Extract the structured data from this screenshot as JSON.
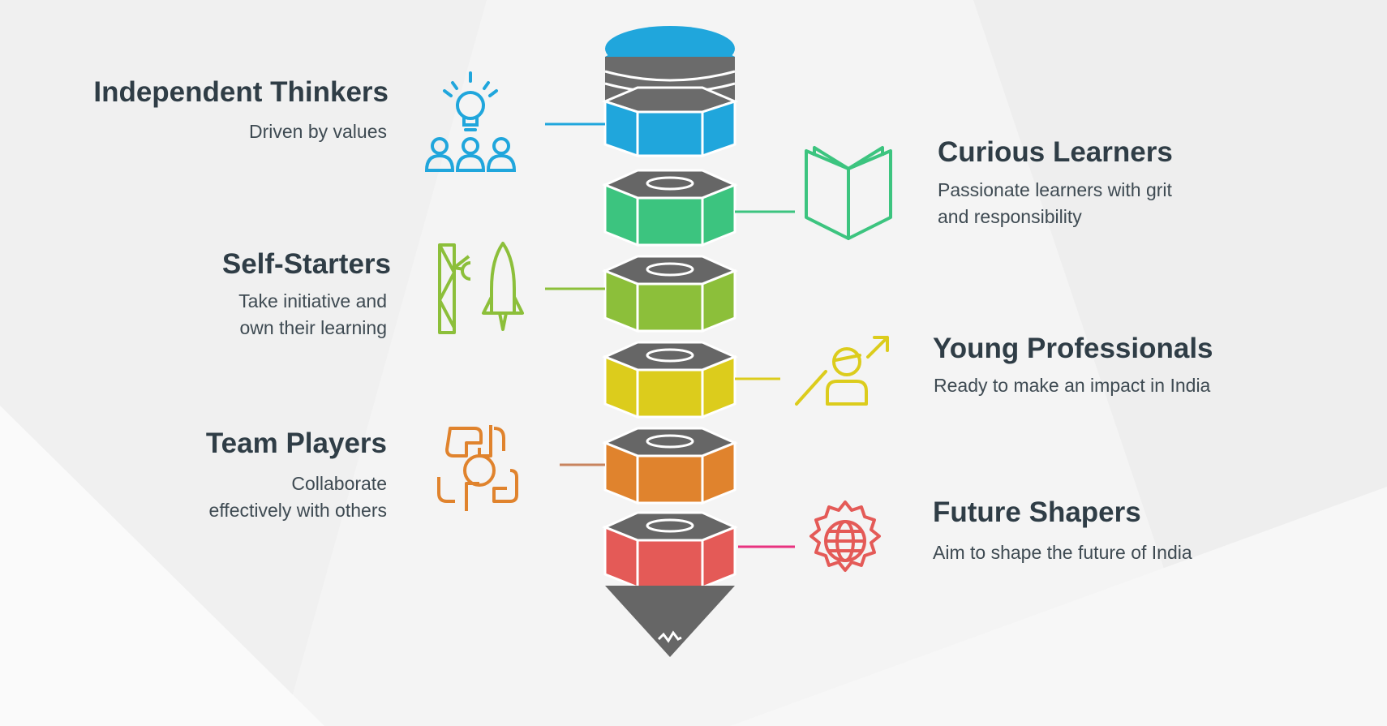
{
  "items": [
    {
      "title": "Independent Thinkers",
      "desc": [
        "Driven by values"
      ],
      "color": "#20a6dc",
      "icon": "lightbulb-team-icon"
    },
    {
      "title": "Curious Learners",
      "desc": [
        "Passionate learners with grit",
        "and responsibility"
      ],
      "color": "#3cc47f",
      "icon": "open-book-icon"
    },
    {
      "title": "Self-Starters",
      "desc": [
        "Take initiative and",
        "own their learning"
      ],
      "color": "#8cbf3a",
      "icon": "rocket-launch-icon"
    },
    {
      "title": "Young Professionals",
      "desc": [
        "Ready to make an impact in India"
      ],
      "color": "#dccc1c",
      "icon": "growth-person-icon"
    },
    {
      "title": "Team Players",
      "desc": [
        "Collaborate",
        "effectively with others"
      ],
      "color": "#e0832d",
      "icon": "teamwork-hands-icon"
    },
    {
      "title": "Future Shapers",
      "desc": [
        "Aim to shape the future of India"
      ],
      "color": "#e45a57",
      "icon": "globe-gear-icon"
    }
  ],
  "colors": {
    "body_gray": "#666666",
    "text_dark": "#2f3d46",
    "connector_pink": "#e8327f",
    "connector_team": "#c8845e"
  }
}
